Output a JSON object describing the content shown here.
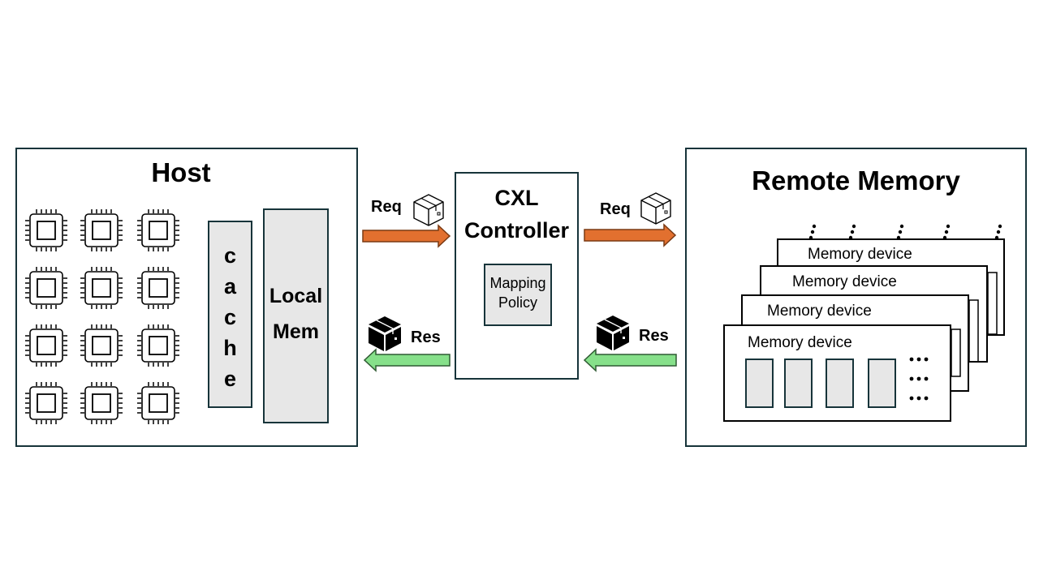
{
  "host": {
    "title": "Host",
    "cache_letters": [
      "c",
      "a",
      "c",
      "h",
      "e"
    ],
    "local_mem_line1": "Local",
    "local_mem_line2": "Mem",
    "chip_icon": "cpu-chip-icon"
  },
  "cxl": {
    "title_line1": "CXL",
    "title_line2": "Controller",
    "policy_line1": "Mapping",
    "policy_line2": "Policy"
  },
  "remote": {
    "title": "Remote Memory",
    "devices": [
      "Memory device",
      "Memory device",
      "Memory device",
      "Memory device"
    ]
  },
  "flows": {
    "req_label": "Req",
    "res_label": "Res",
    "req_icon": "package-outline-icon",
    "res_icon": "package-solid-icon",
    "req_color": "#e2702f",
    "res_color": "#86e08a"
  },
  "colors": {
    "border": "#17343a",
    "fill_grey": "#e7e7e7"
  }
}
